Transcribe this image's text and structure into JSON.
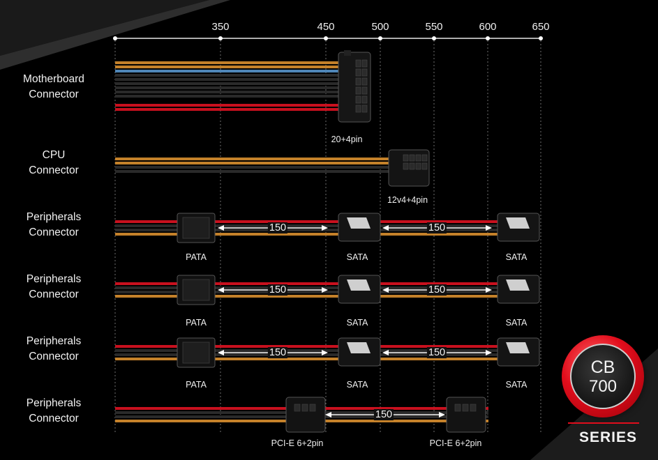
{
  "axis": {
    "ticks": [
      "350",
      "450",
      "500",
      "550",
      "600",
      "650"
    ]
  },
  "rows": [
    {
      "label_line1": "Motherboard",
      "label_line2": "Connector"
    },
    {
      "label_line1": "CPU",
      "label_line2": "Connector"
    },
    {
      "label_line1": "Peripherals",
      "label_line2": "Connector"
    },
    {
      "label_line1": "Peripherals",
      "label_line2": "Connector"
    },
    {
      "label_line1": "Peripherals",
      "label_line2": "Connector"
    },
    {
      "label_line1": "Peripherals",
      "label_line2": "Connector"
    }
  ],
  "connectors": {
    "motherboard": "20+4pin",
    "cpu": "12v4+4pin",
    "pata": "PATA",
    "sata": "SATA",
    "pcie": "PCI-E 6+2pin"
  },
  "distance_label": "150",
  "logo": {
    "cb": "CB",
    "model": "700",
    "series": "SERIES"
  },
  "colors": {
    "red": "#c8101e",
    "orange": "#c4812a",
    "blue": "#4f86b8",
    "black": "#2a2a2a",
    "accent": "#e10d1c"
  }
}
